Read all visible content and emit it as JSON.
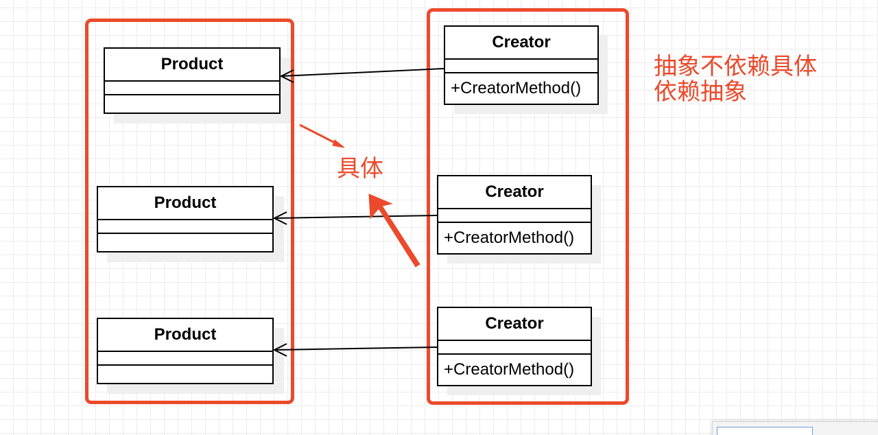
{
  "diagram": {
    "products": [
      {
        "name": "Product"
      },
      {
        "name": "Product"
      },
      {
        "name": "Product"
      }
    ],
    "creators": [
      {
        "name": "Creator",
        "method": "+CreatorMethod()"
      },
      {
        "name": "Creator",
        "method": "+CreatorMethod()"
      },
      {
        "name": "Creator",
        "method": "+CreatorMethod()"
      }
    ],
    "notes": {
      "principle_line1": "抽象不依赖具体",
      "principle_line2": "依赖抽象",
      "concrete": "具体"
    },
    "colors": {
      "annotation": "#eb4a2b",
      "line": "#000000",
      "grid": "#ececec"
    }
  }
}
